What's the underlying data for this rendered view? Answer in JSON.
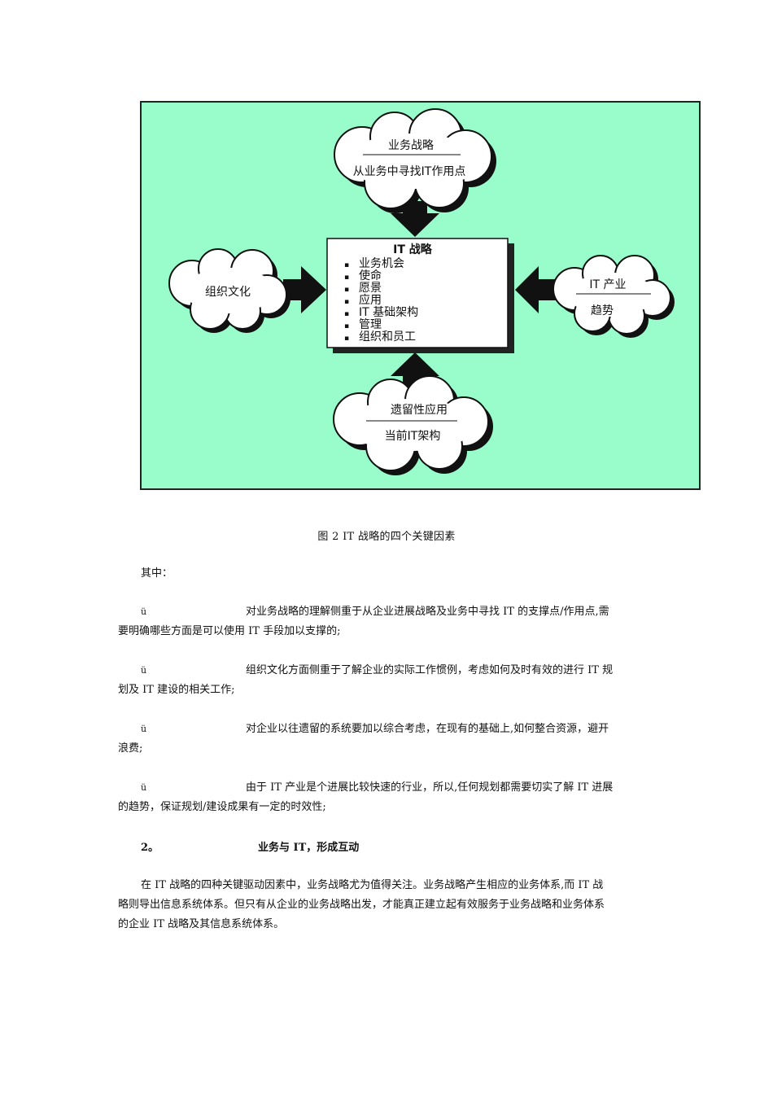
{
  "diagram": {
    "center": {
      "title": "IT 战略",
      "items": [
        "业务机会",
        "使命",
        "愿景",
        "应用",
        "IT 基础架构",
        "管理",
        "组织和员工"
      ],
      "bullet": "▪"
    },
    "top_cloud": {
      "line1": "业务战略",
      "line2": "从业务中寻找IT作用点"
    },
    "left_cloud": {
      "line1": "组织文化"
    },
    "right_cloud": {
      "line1": "IT 产业",
      "line2": "趋势"
    },
    "bottom_cloud": {
      "line1": "遗留性应用",
      "line2": "当前IT架构"
    },
    "colors": {
      "background": "#99fccb",
      "border": "#222222",
      "arrow": "#111111",
      "cloud": "#ffffff"
    }
  },
  "caption": "图 2 IT 战略的四个关键因素",
  "intro": "其中：",
  "bullets": [
    {
      "mark": "ü",
      "first": "对业务战略的理解侧重于从企业进展战略及业务中寻找 IT 的支撑点/作用点,需",
      "rest": "要明确哪些方面是可以使用 IT 手段加以支撑的;"
    },
    {
      "mark": "ü",
      "first": "组织文化方面侧重于了解企业的实际工作惯例，考虑如何及时有效的进行 IT 规",
      "rest": "划及 IT 建设的相关工作;"
    },
    {
      "mark": "ü",
      "first": "对企业以往遗留的系统要加以综合考虑，在现有的基础上,如何整合资源，避开",
      "rest": "浪费;"
    },
    {
      "mark": "ü",
      "first": "由于 IT 产业是个进展比较快速的行业，所以,任何规划都需要切实了解 IT 进展",
      "rest": "的趋势，保证规划/建设成果有一定的时效性;"
    }
  ],
  "section": {
    "number": "2。",
    "title": "业务与 IT，形成互动"
  },
  "body_lines": [
    "在 IT 战略的四种关键驱动因素中，业务战略尤为值得关注。业务战略产生相应的业务体系,而 IT 战",
    "略则导出信息系统体系。但只有从企业的业务战略出发，才能真正建立起有效服务于业务战略和业务体系",
    "的企业 IT 战略及其信息系统体系。"
  ]
}
